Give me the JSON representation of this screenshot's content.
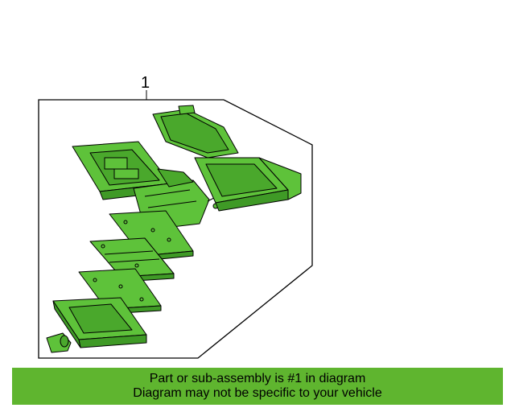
{
  "diagram": {
    "callout_number": "1",
    "part_color": "#5ec23a",
    "line_color": "#000000"
  },
  "banner": {
    "line1": "Part or sub-assembly is #1 in diagram",
    "line2": "Diagram may not be specific to your vehicle",
    "background": "#5fb52f"
  }
}
